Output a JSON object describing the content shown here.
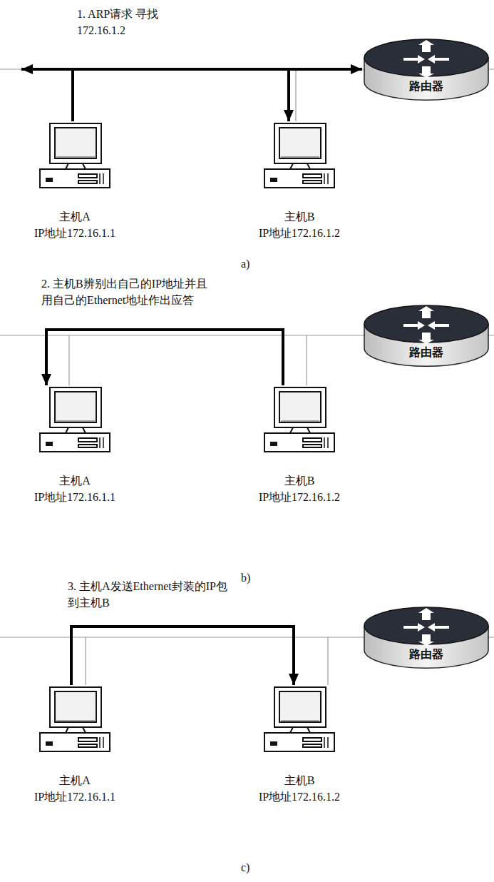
{
  "diagram": {
    "nodes": [
      {
        "text": [
          "路由器"
        ]
      },
      {
        "text": [
          "主机A",
          "IP地址172.16.1.1"
        ]
      },
      {
        "text": [
          "主机B",
          "IP地址172.16.1.2"
        ]
      },
      {
        "text": [
          "路由器"
        ]
      },
      {
        "text": [
          "主机A",
          "IP地址172.16.1.1"
        ]
      },
      {
        "text": [
          "主机B",
          "IP地址172.16.1.2"
        ]
      },
      {
        "text": [
          "路由器"
        ]
      },
      {
        "text": [
          "主机A",
          "IP地址172.16.1.1"
        ]
      },
      {
        "text": [
          "主机B",
          "IP地址172.16.1.2"
        ]
      }
    ],
    "edges": [
      {
        "from": 1,
        "to": 2,
        "arrow": "to",
        "label": "1. ARP请求 寻找172.16.1.2"
      },
      {
        "from": 1,
        "to": 0,
        "arrow": "to"
      },
      {
        "from": 5,
        "to": 4,
        "arrow": "to",
        "label": "2. 主机B辨别出自己的IP地址并且 用自己的Ethernet地址作出应答"
      },
      {
        "from": 7,
        "to": 8,
        "arrow": "to",
        "label": "3. 主机A发送Ethernet封装的IP包 到主机B"
      }
    ],
    "labels": [
      "a)",
      "b)",
      "c)"
    ]
  }
}
